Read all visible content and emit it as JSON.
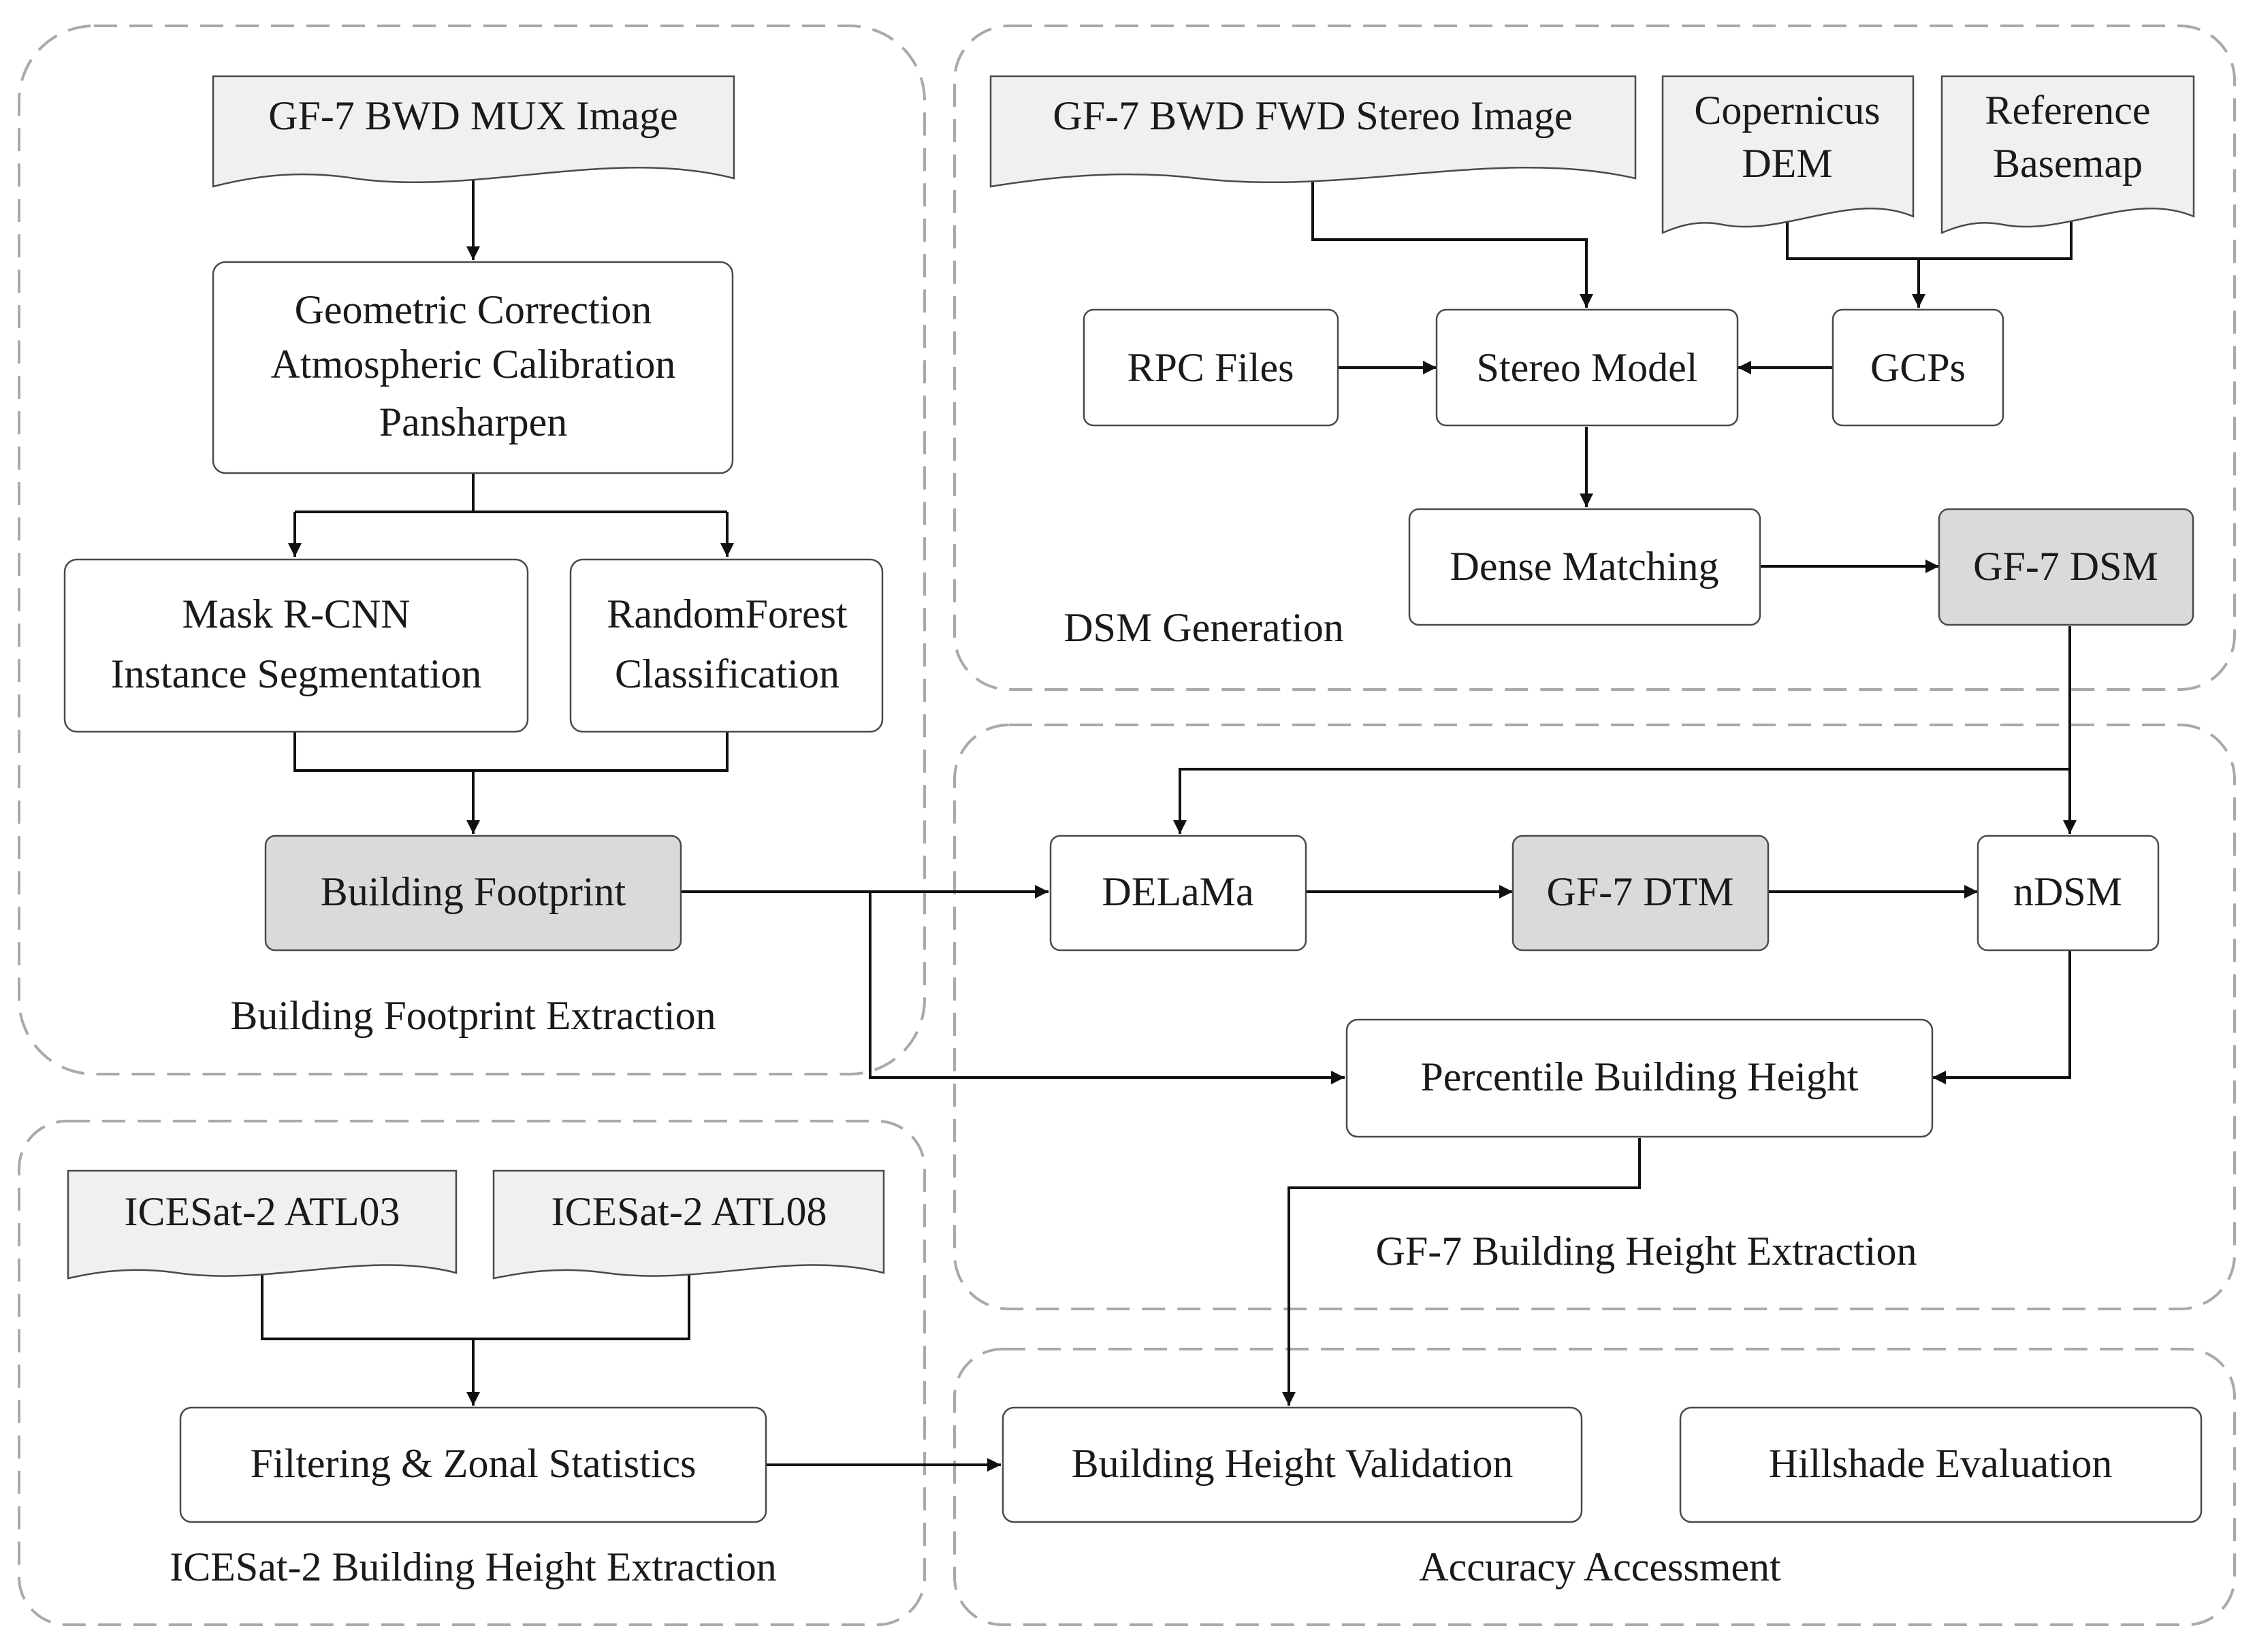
{
  "groups": {
    "footprint": "Building Footprint Extraction",
    "dsm": "DSM Generation",
    "gf7_height": "GF-7 Building Height Extraction",
    "icesat": "ICESat-2 Building Height Extraction",
    "accuracy": "Accuracy Accessment"
  },
  "nodes": {
    "mux_image": "GF-7 BWD MUX Image",
    "preprocess": [
      "Geometric Correction",
      "Atmospheric Calibration",
      "Pansharpen"
    ],
    "mask_rcnn": [
      "Mask R-CNN",
      "Instance Segmentation"
    ],
    "random_forest": [
      "RandomForest",
      "Classification"
    ],
    "building_footprint": "Building Footprint",
    "stereo_image": "GF-7 BWD FWD Stereo Image",
    "copernicus_dem": [
      "Copernicus",
      "DEM"
    ],
    "reference_basemap": [
      "Reference",
      "Basemap"
    ],
    "rpc_files": "RPC Files",
    "stereo_model": "Stereo Model",
    "gcps": "GCPs",
    "dense_matching": "Dense Matching",
    "gf7_dsm": "GF-7 DSM",
    "delama": "DELaMa",
    "gf7_dtm": "GF-7 DTM",
    "ndsm": "nDSM",
    "percentile_height": "Percentile Building Height",
    "atl03": "ICESat-2 ATL03",
    "atl08": "ICESat-2 ATL08",
    "filtering": "Filtering & Zonal Statistics",
    "height_validation": "Building Height Validation",
    "hillshade": "Hillshade Evaluation"
  },
  "colors": {
    "group_border": "#a9a9a9",
    "box_border": "#4a4a4a",
    "highlight_fill": "#dadada",
    "document_fill": "#f0f0f0",
    "arrow": "#111111"
  }
}
